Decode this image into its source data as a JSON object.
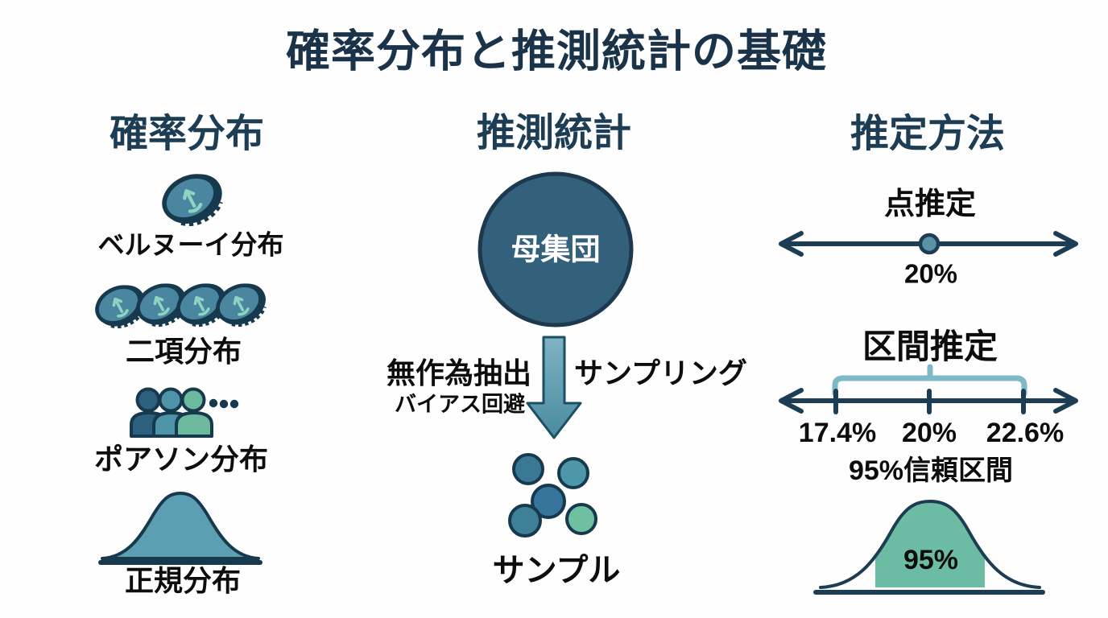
{
  "colors": {
    "bg": "#fefefe",
    "ink": "#0d0d0d",
    "title_ink": "#1a3349",
    "header_ink": "#1d3d54",
    "navy": "#17394e",
    "line": "#1d3d54",
    "coin_fill": "#4a86a0",
    "coin_mark": "#8fd4c0",
    "circle_fill": "#33617c",
    "circle_border": "#1c394f",
    "arrow_fill_top": "#7fb3c2",
    "arrow_fill_bottom": "#4a8ba0",
    "arrow_border": "#1b4f66",
    "bracket": "#7eb9c7",
    "bell_left_fill": "#5c9fb2",
    "bell_right_fill": "#6cbca4",
    "point_dot_fill": "#5b93a5",
    "person_1": "#2d5f7e",
    "person_2": "#4e93a8",
    "person_3": "#6cb99d",
    "sample_dot_1": "#3a7995",
    "sample_dot_2": "#4e97a8",
    "sample_dot_3": "#36749b",
    "sample_dot_4": "#3f8099",
    "sample_dot_5": "#6fc0a0",
    "population_text": "#ffffff"
  },
  "title": "確率分布と推測統計の基礎",
  "left_column": {
    "header": "確率分布",
    "items": [
      {
        "icon": "coin-icon",
        "label": "ベルヌーイ分布"
      },
      {
        "icon": "coin-row-icon",
        "label": "二項分布"
      },
      {
        "icon": "people-ellipsis-icon",
        "label": "ポアソン分布"
      },
      {
        "icon": "bell-curve-icon",
        "label": "正規分布"
      }
    ]
  },
  "middle_column": {
    "header": "推測統計",
    "population_label": "母集団",
    "arrow_left_label": "無作為抽出",
    "arrow_left_sublabel": "バイアス回避",
    "arrow_right_label": "サンプリング",
    "sample_label": "サンプル"
  },
  "right_column": {
    "header": "推定方法",
    "point_estimation": {
      "title": "点推定",
      "value": "20%"
    },
    "interval_estimation": {
      "title": "区間推定",
      "lower_bound": "17.4%",
      "point_value": "20%",
      "upper_bound": "22.6%",
      "caption": "95%信頼区間",
      "bell_shaded_label": "95%"
    }
  }
}
